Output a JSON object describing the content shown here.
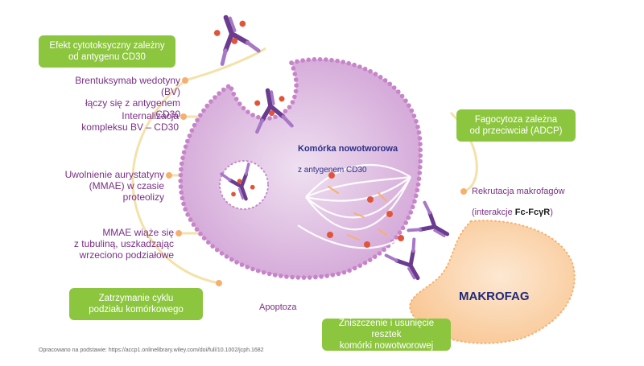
{
  "boxes": {
    "adc_effect": "Efekt cytotoksyczny zależny\nod antygenu CD30",
    "cell_cycle_stop": "Zatrzymanie cyklu\npodziału komórkowego",
    "phagocytosis": "Fagocytoza zależna\nod przeciwciał (ADCP)",
    "destruction": "Zniszczenie i usunięcie resztek\nkomórki nowotworowej"
  },
  "steps": {
    "binding": "Brentuksymab wedotyny (BV)\nłączy się z antygenem  CD30",
    "internalization": "Internalizacja\nkompleksu BV – CD30",
    "release": "Uwolnienie aurystatyny\n(MMAE) w czasie\nproteolizy",
    "tubulin": "MMAE wiąże się\nz tubuliną, uszkadzając\nwrzeciono podziałowe"
  },
  "cell": {
    "title": "Komórka nowotworowa",
    "subtitle": "z antygenem CD30"
  },
  "recruitment": {
    "line1": "Rekrutacja makrofagów",
    "line2_prefix": "(interakcje ",
    "line2_receptor": "Fc-FcγR",
    "line2_suffix": ")"
  },
  "macrophage_label": "MAKROFAG",
  "apoptosis_label": "Apoptoza",
  "source": "Opracowano na podstawie: https://accp1.onlinelibrary.wiley.com/doi/full/10.1002/jcph.1682",
  "colors": {
    "green_box": "#8cc63f",
    "label_purple": "#7a2f86",
    "cell_fill": "#d9b3dc",
    "membrane_dot": "#c784c9",
    "macrophage_fill": "#fbd7b0",
    "orange_dot": "#f5b070",
    "payload_red": "#e0553a",
    "antibody_purple": "#6a3b8f",
    "antibody_light": "#a678c6",
    "line_color": "#f3e2a9"
  }
}
